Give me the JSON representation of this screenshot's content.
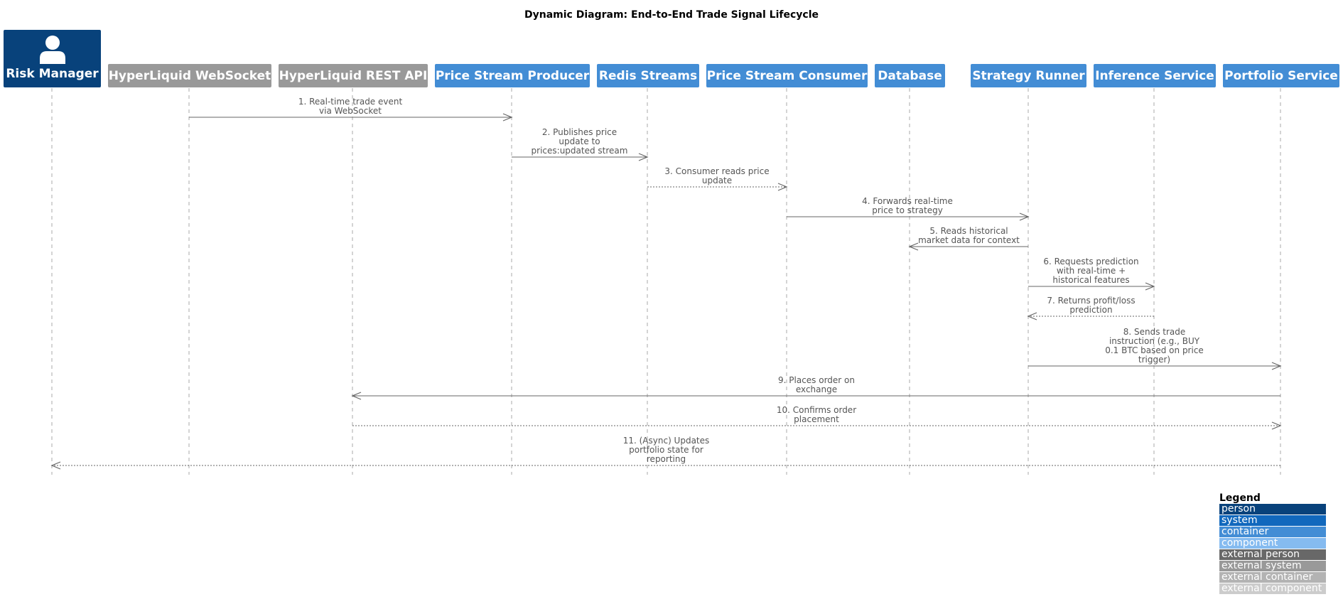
{
  "title": "Dynamic Diagram: End-to-End Trade Signal Lifecycle",
  "participants": [
    {
      "name": "Risk Manager",
      "kind": "person",
      "color": "#08427b"
    },
    {
      "name": "HyperLiquid WebSocket",
      "kind": "external system",
      "color": "#999999"
    },
    {
      "name": "HyperLiquid REST API",
      "kind": "external system",
      "color": "#999999"
    },
    {
      "name": "Price Stream Producer",
      "kind": "container",
      "color": "#438dd5"
    },
    {
      "name": "Redis Streams",
      "kind": "container",
      "color": "#438dd5"
    },
    {
      "name": "Price Stream Consumer",
      "kind": "container",
      "color": "#438dd5"
    },
    {
      "name": "Database",
      "kind": "container",
      "color": "#438dd5"
    },
    {
      "name": "Strategy Runner",
      "kind": "container",
      "color": "#438dd5"
    },
    {
      "name": "Inference Service",
      "kind": "container",
      "color": "#438dd5"
    },
    {
      "name": "Portfolio Service",
      "kind": "container",
      "color": "#438dd5"
    }
  ],
  "messages": [
    {
      "from": 1,
      "to": 3,
      "dashed": false,
      "label": "1. Real-time trade event\nvia WebSocket"
    },
    {
      "from": 3,
      "to": 4,
      "dashed": false,
      "label": "2. Publishes price\nupdate to\nprices:updated stream"
    },
    {
      "from": 4,
      "to": 5,
      "dashed": true,
      "label": "3. Consumer reads price\nupdate"
    },
    {
      "from": 5,
      "to": 7,
      "dashed": false,
      "label": "4. Forwards real-time\nprice to strategy"
    },
    {
      "from": 7,
      "to": 6,
      "dashed": false,
      "label": "5. Reads historical\nmarket data for context"
    },
    {
      "from": 7,
      "to": 8,
      "dashed": false,
      "label": "6. Requests prediction\nwith real-time +\nhistorical features"
    },
    {
      "from": 8,
      "to": 7,
      "dashed": true,
      "label": "7. Returns profit/loss\nprediction"
    },
    {
      "from": 7,
      "to": 9,
      "dashed": false,
      "label": "8. Sends trade\ninstruction (e.g., BUY\n0.1 BTC based on price\ntrigger)"
    },
    {
      "from": 9,
      "to": 2,
      "dashed": false,
      "label": "9. Places order on\nexchange"
    },
    {
      "from": 2,
      "to": 9,
      "dashed": true,
      "label": "10. Confirms order\nplacement"
    },
    {
      "from": 9,
      "to": 0,
      "dashed": true,
      "label": "11. (Async) Updates\nportfolio state for\nreporting"
    }
  ],
  "legend": {
    "title": "Legend",
    "items": [
      {
        "label": "person",
        "color": "#08427b"
      },
      {
        "label": "system",
        "color": "#1168bd"
      },
      {
        "label": "container",
        "color": "#438dd5"
      },
      {
        "label": "component",
        "color": "#85bbf0"
      },
      {
        "label": "external person",
        "color": "#686868"
      },
      {
        "label": "external system",
        "color": "#999999"
      },
      {
        "label": "external container",
        "color": "#b3b3b3"
      },
      {
        "label": "external component",
        "color": "#cccccc"
      }
    ]
  }
}
